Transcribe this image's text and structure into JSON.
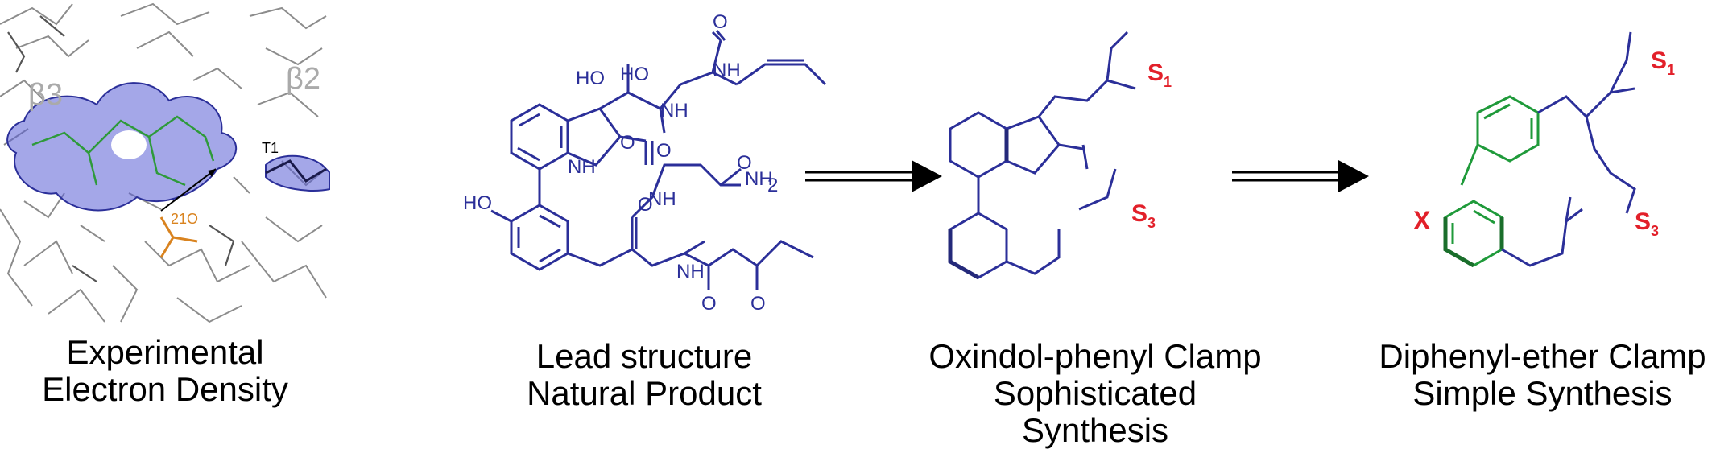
{
  "panel1": {
    "labels": {
      "beta3": "β3",
      "beta2": "β2",
      "t1": "T1",
      "o21": "21O"
    },
    "caption": [
      "Experimental",
      "Electron Density"
    ]
  },
  "panel2": {
    "atoms": {
      "ho1": "HO",
      "ho2": "HO",
      "ho3": "HO",
      "o1": "O",
      "o2": "O",
      "o3": "O",
      "o4": "O",
      "o5": "O",
      "o6": "O",
      "o7": "O",
      "nh1": "NH",
      "nh2": "NH",
      "nh3": "NH",
      "nh4": "NH",
      "nh5": "NH",
      "nh2b": "NH",
      "sub2": "2"
    },
    "caption": [
      "Lead structure",
      "Natural Product"
    ]
  },
  "panel3": {
    "atoms": {
      "s1": "S",
      "s1sub": "1",
      "s3": "S",
      "s3sub": "3"
    },
    "caption": [
      "Oxindol-phenyl Clamp",
      "Sophisticated Synthesis"
    ]
  },
  "panel4": {
    "atoms": {
      "x": "X",
      "s1": "S",
      "s1sub": "1",
      "s3": "S",
      "s3sub": "3"
    },
    "caption": [
      "Diphenyl-ether Clamp",
      "Simple Synthesis"
    ]
  },
  "colors": {
    "blue": "#2b2f99",
    "red": "#e2202a",
    "green": "#1f9a3a",
    "orange": "#d9831f"
  }
}
